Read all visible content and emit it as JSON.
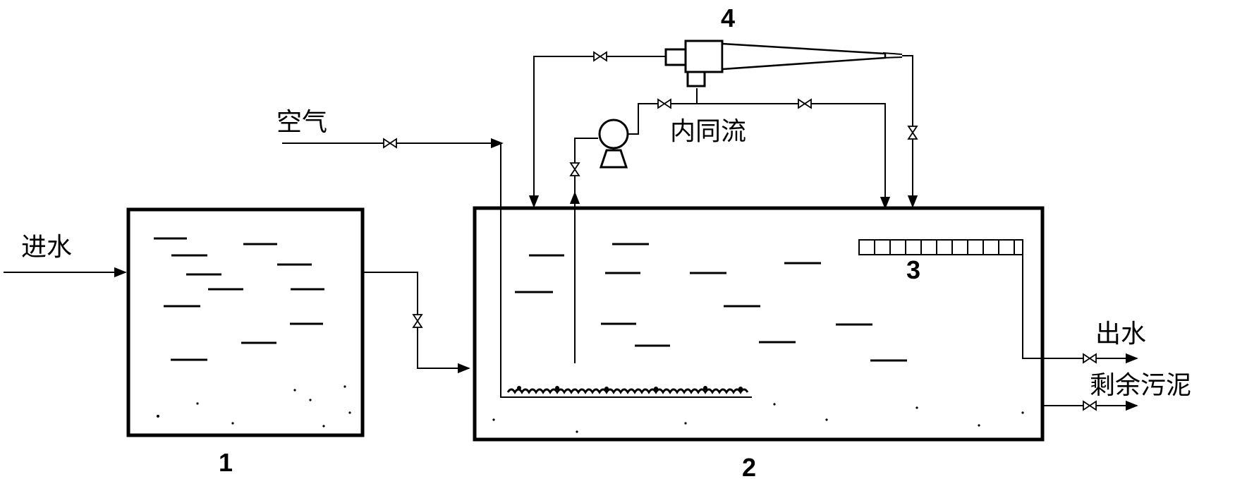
{
  "labels": {
    "inlet": "进水",
    "air": "空气",
    "internal_reflux": "内同流",
    "outlet": "出水",
    "excess_sludge": "剩余污泥"
  },
  "numbers": {
    "tank1": "1",
    "tank2": "2",
    "membrane": "3",
    "hydrocyclone": "4"
  }
}
